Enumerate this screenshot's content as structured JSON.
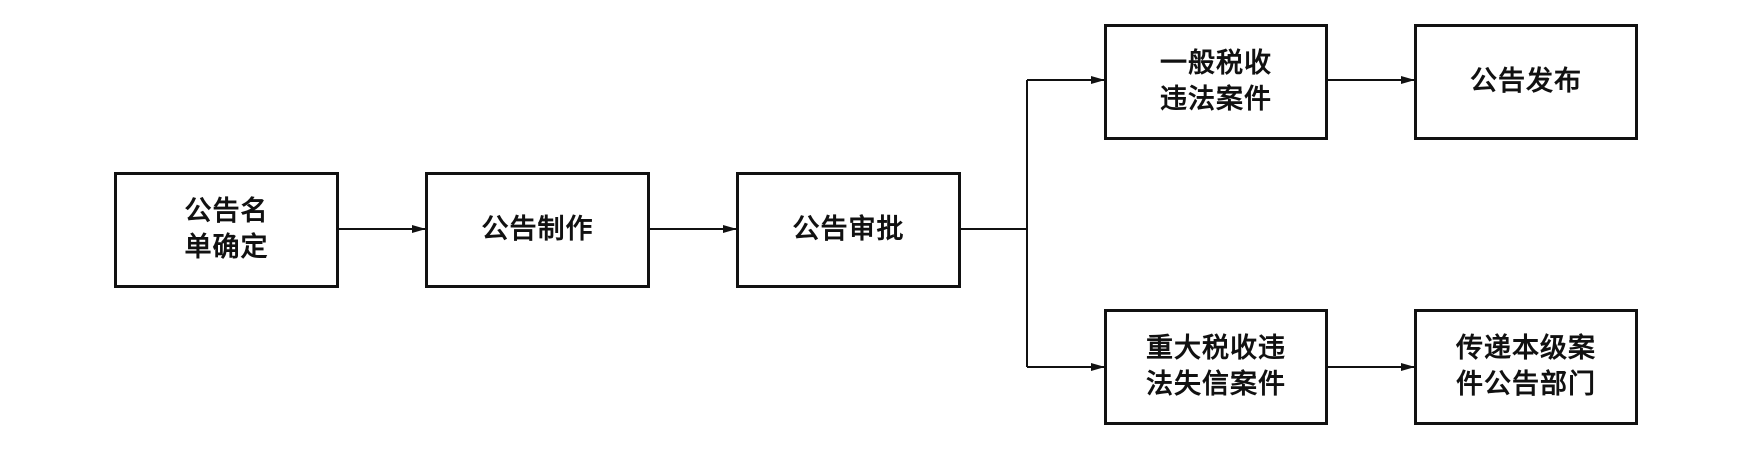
{
  "nodes": {
    "list_confirm": {
      "lines": [
        "公告名",
        "单确定"
      ]
    },
    "production": {
      "lines": [
        "公告制作"
      ]
    },
    "approval": {
      "lines": [
        "公告审批"
      ]
    },
    "general_case": {
      "lines": [
        "一般税收",
        "违法案件"
      ]
    },
    "publish": {
      "lines": [
        "公告发布"
      ]
    },
    "major_case": {
      "lines": [
        "重大税收违",
        "法失信案件"
      ]
    },
    "transfer": {
      "lines": [
        "传递本级案",
        "件公告部门"
      ]
    }
  },
  "colors": {
    "stroke": "#111111",
    "background": "#ffffff"
  }
}
